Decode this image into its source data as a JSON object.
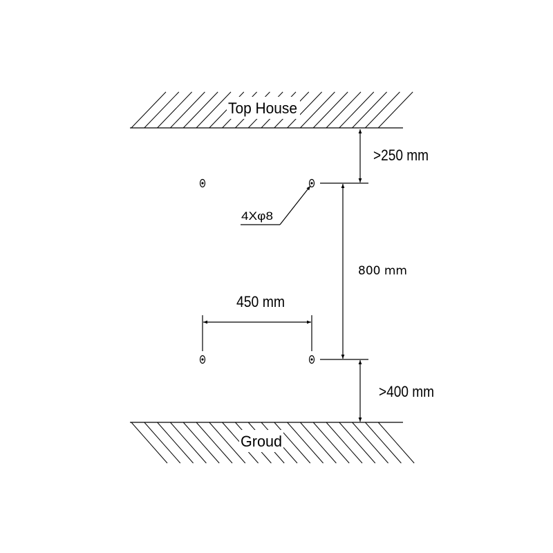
{
  "labels": {
    "top": "Top House",
    "bottom": "Groud",
    "top_clearance": ">250 mm",
    "vertical_spacing": "800 mm",
    "horizontal_spacing": "450 mm",
    "bottom_clearance": ">400 mm",
    "holes": "4Xφ8"
  },
  "colors": {
    "line": "#000000",
    "background": "#ffffff"
  }
}
